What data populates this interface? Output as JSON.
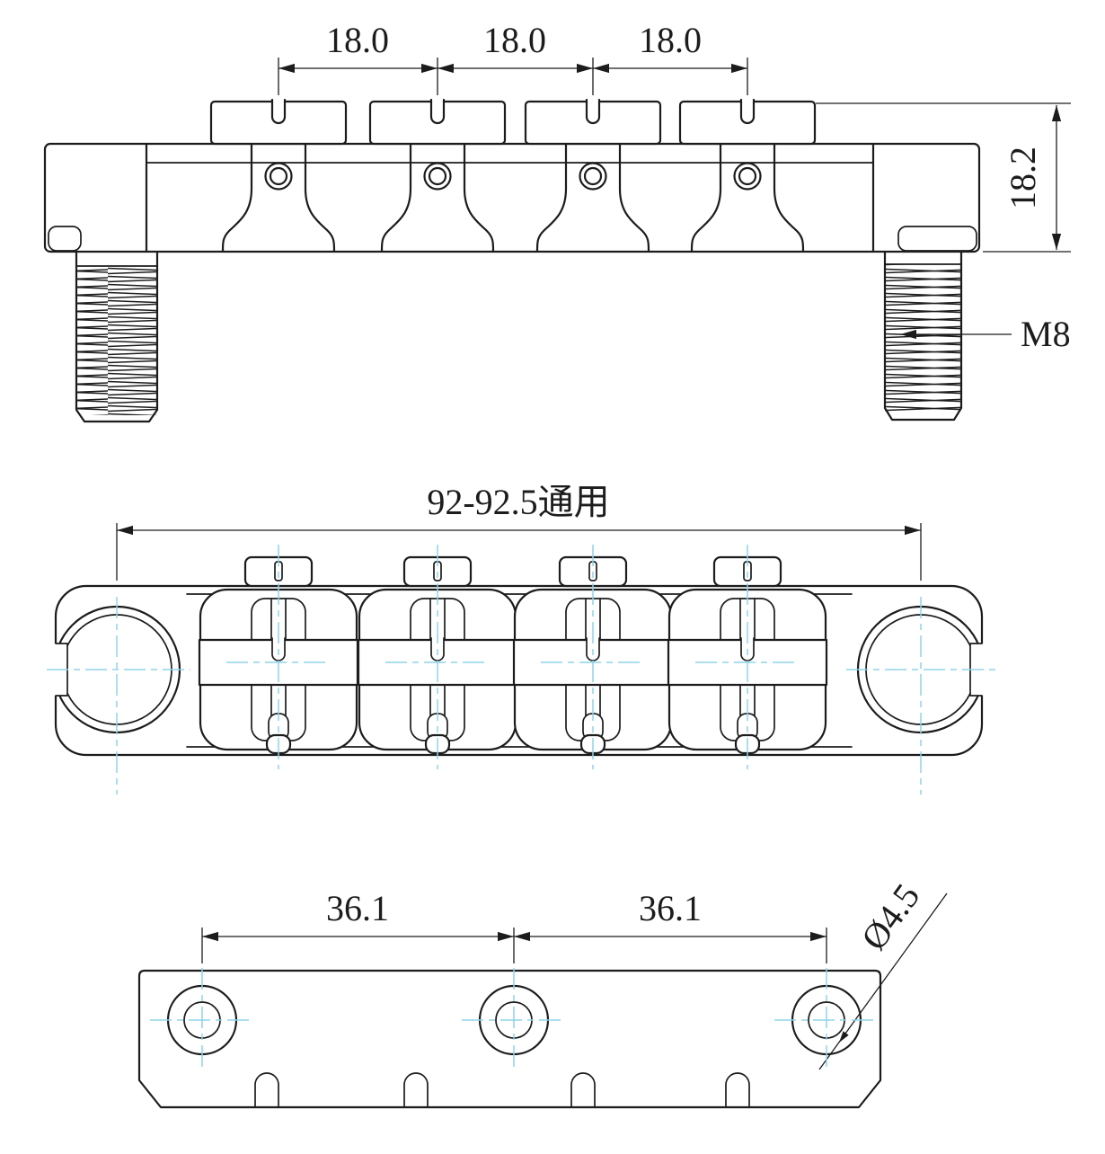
{
  "drawing_title": "guitar-bridge-technical-drawing",
  "colors": {
    "line": "#1c1c1c",
    "centerline": "#8fd4e8"
  },
  "front_view": {
    "dims": {
      "spacing1": "18.0",
      "spacing2": "18.0",
      "spacing3": "18.0",
      "height": "18.2",
      "thread": "M8"
    }
  },
  "plan_view": {
    "dims": {
      "overall": "92-92.5通用"
    }
  },
  "bottom_view": {
    "dims": {
      "pitch1": "36.1",
      "pitch2": "36.1",
      "hole_dia": "Ø4.5"
    }
  }
}
